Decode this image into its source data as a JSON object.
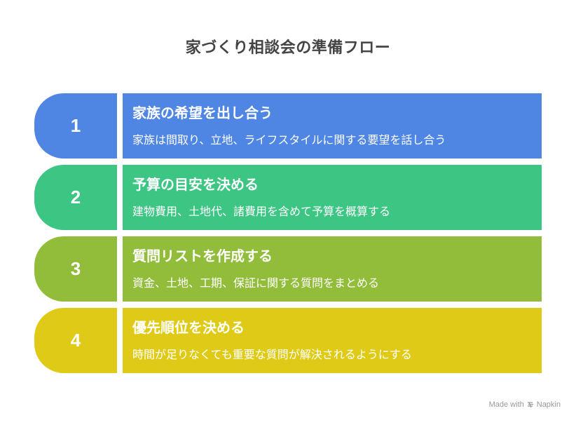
{
  "title": "家づくり相談会の準備フロー",
  "steps": [
    {
      "number": "1",
      "heading": "家族の希望を出し合う",
      "description": "家族は間取り、立地、ライフスタイルに関する要望を話し合う",
      "color": "#4F86E4"
    },
    {
      "number": "2",
      "heading": "予算の目安を決める",
      "description": "建物費用、土地代、諸費用を含めて予算を概算する",
      "color": "#3DC584"
    },
    {
      "number": "3",
      "heading": "質問リストを作成する",
      "description": "資金、土地、工期、保証に関する質問をまとめる",
      "color": "#92BD3A"
    },
    {
      "number": "4",
      "heading": "優先順位を決める",
      "description": "時間が足りなくても重要な質問が解決されるようにする",
      "color": "#DFCB17"
    }
  ],
  "footer": {
    "made_with": "Made with",
    "brand": "Napkin",
    "icon": "napkin-logo-icon"
  }
}
